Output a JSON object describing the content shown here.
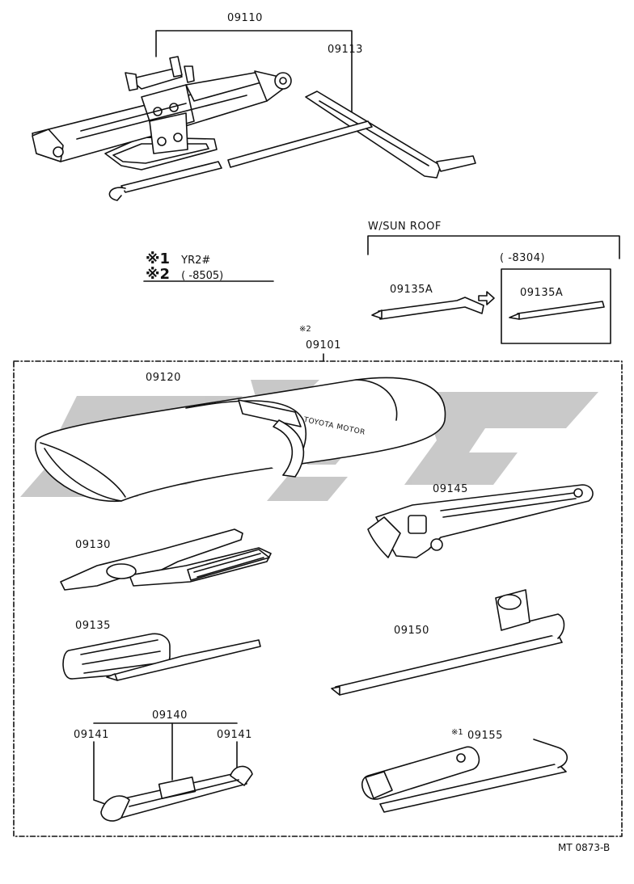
{
  "parts": {
    "jack": "09110",
    "jack_handle": "09113",
    "tool_kit": "09101",
    "tool_bag": "09120",
    "adjustable_wrench": "09145",
    "pliers": "09130",
    "screwdriver": "09135",
    "wheel_nut_wrench": "09150",
    "wrench_set": "09140",
    "wrench_left": "09141",
    "wrench_right": "09141",
    "plug_wrench": "09155",
    "sunroof_handle": "09135A",
    "sunroof_handle_later": "09135A"
  },
  "sunroof": {
    "header": "W/SUN ROOF",
    "date_range": "(      -8304)"
  },
  "notes": {
    "mark1": "※1",
    "mark1_text": "YR2#",
    "mark2": "※2",
    "mark2_text": "(        -8505)",
    "kit_mark": "※2",
    "plug_mark": "※1"
  },
  "bag_print": {
    "brand": "TOYOTA MOTOR"
  },
  "footer": {
    "code": "MT 0873-B"
  },
  "colors": {
    "line": "#111111",
    "watermark": "#bfbfbf"
  }
}
